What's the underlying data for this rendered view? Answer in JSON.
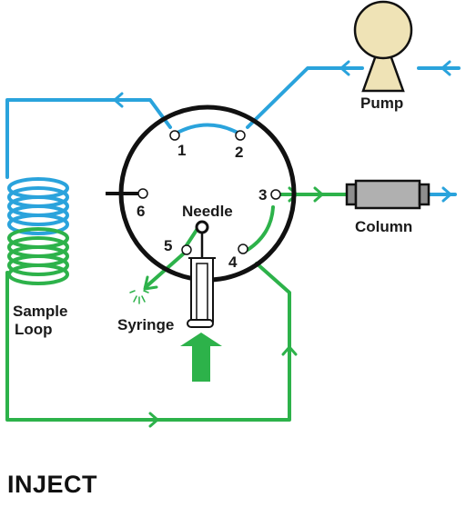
{
  "colors": {
    "mobile_phase": "#2aa3dc",
    "sample": "#2db24a",
    "outline": "#111111",
    "pump_body": "#efe3b6",
    "column_body": "#b0b0b0"
  },
  "ports": [
    {
      "number": "1"
    },
    {
      "number": "2"
    },
    {
      "number": "3"
    },
    {
      "number": "4"
    },
    {
      "number": "5"
    },
    {
      "number": "6"
    }
  ],
  "labels": {
    "pump": "Pump",
    "column": "Column",
    "needle": "Needle",
    "syringe": "Syringe",
    "sample_loop_line1": "Sample",
    "sample_loop_line2": "Loop"
  },
  "mode_title": "INJECT"
}
